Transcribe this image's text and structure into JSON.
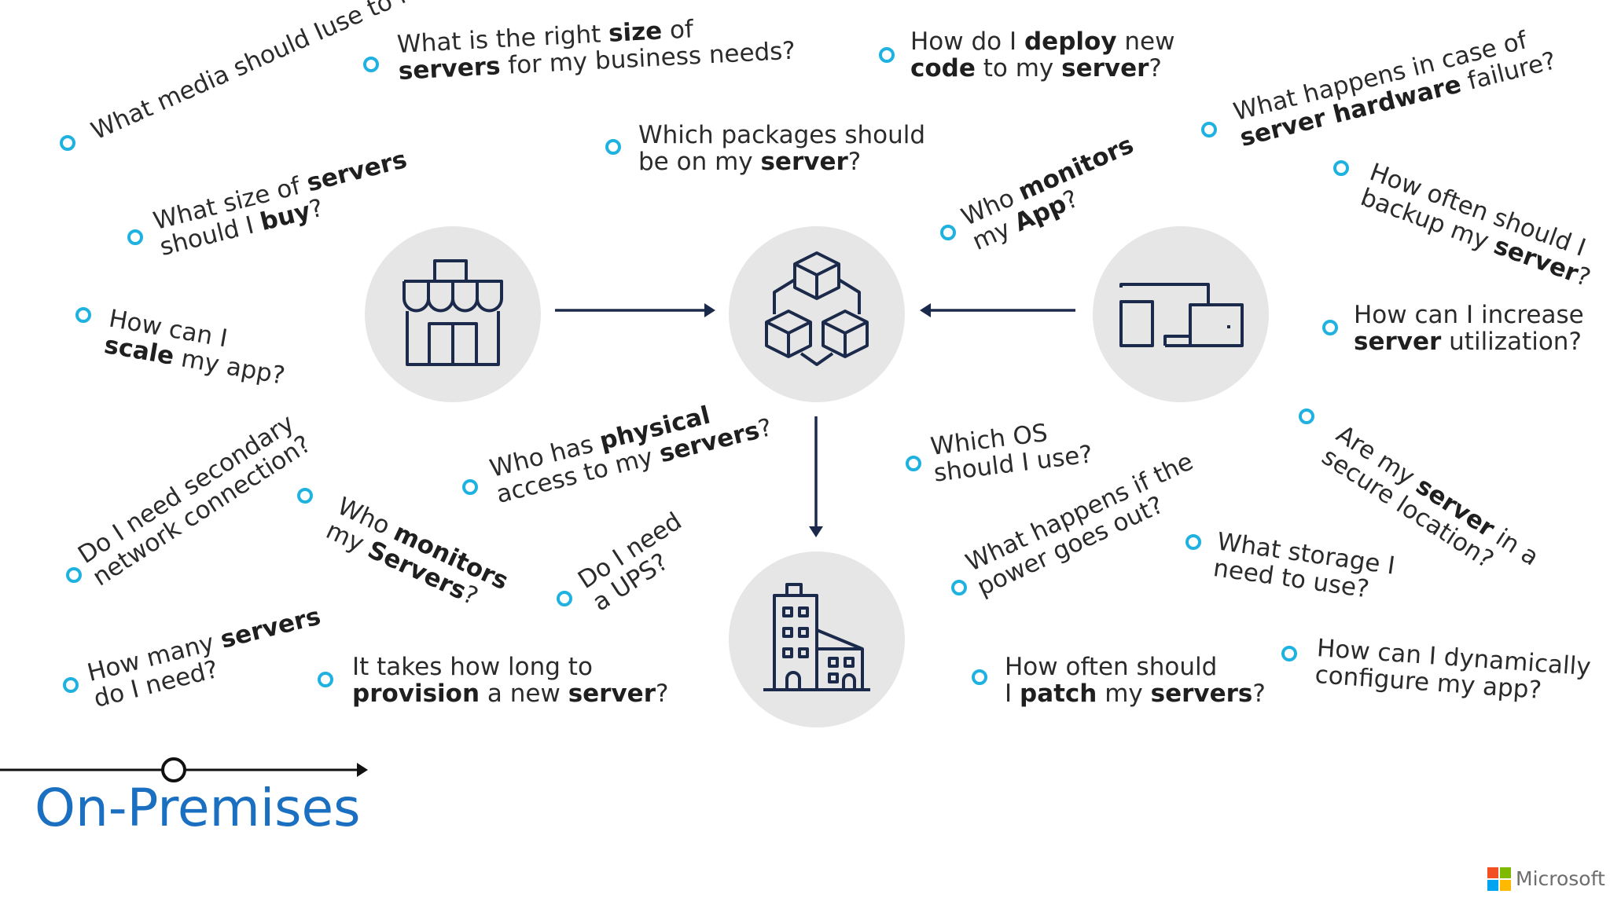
{
  "title": "On-Premises",
  "brand": "Microsoft",
  "colors": {
    "accent": "#1fb2e0",
    "title": "#1a6fc0",
    "icon": "#1b2a4a",
    "hub": "#e6e6e6"
  },
  "questions": [
    {
      "id": "media-backup",
      "lines": [
        [
          "What media should I"
        ],
        [
          "use to keep backup?"
        ]
      ]
    },
    {
      "id": "size-servers-needs",
      "lines": [
        [
          "What is the right "
        ],
        [
          "size",
          true
        ],
        [
          " of"
        ],
        null,
        [
          "servers",
          true
        ],
        [
          " for my business needs?"
        ]
      ]
    },
    {
      "id": "deploy-code",
      "lines": [
        [
          "How do I "
        ],
        [
          "deploy",
          true
        ],
        [
          " new"
        ],
        null,
        [
          "code",
          true
        ],
        [
          " to my "
        ],
        [
          "server",
          true
        ],
        [
          "?"
        ]
      ]
    },
    {
      "id": "hardware-failure",
      "lines": [
        [
          "What happens in case of"
        ],
        null,
        [
          "server hardware",
          true
        ],
        [
          " failure?"
        ]
      ]
    },
    {
      "id": "packages",
      "lines": [
        [
          "Which packages should"
        ],
        null,
        [
          "be on my "
        ],
        [
          "server",
          true
        ],
        [
          "?"
        ]
      ]
    },
    {
      "id": "size-buy",
      "lines": [
        [
          "What size of "
        ],
        [
          "servers",
          true
        ],
        null,
        [
          "should I "
        ],
        [
          "buy",
          true
        ],
        [
          "?"
        ]
      ]
    },
    {
      "id": "monitors-app",
      "lines": [
        [
          "Who "
        ],
        [
          "monitors",
          true
        ],
        null,
        [
          "my "
        ],
        [
          "App",
          true
        ],
        [
          "?"
        ]
      ]
    },
    {
      "id": "backup-often",
      "lines": [
        [
          "How often should I"
        ],
        null,
        [
          "backup my "
        ],
        [
          "server",
          true
        ],
        [
          "?"
        ]
      ]
    },
    {
      "id": "scale-app",
      "lines": [
        [
          "How can I"
        ],
        null,
        [
          "scale",
          true
        ],
        [
          " my app?"
        ]
      ]
    },
    {
      "id": "increase-util",
      "lines": [
        [
          "How can I increase"
        ],
        null,
        [
          "server",
          true
        ],
        [
          " utilization?"
        ]
      ]
    },
    {
      "id": "physical-access",
      "lines": [
        [
          "Who has "
        ],
        [
          "physical",
          true
        ],
        null,
        [
          "access to my "
        ],
        [
          "servers",
          true
        ],
        [
          "?"
        ]
      ]
    },
    {
      "id": "which-os",
      "lines": [
        [
          "Which OS"
        ],
        null,
        [
          "should I use?"
        ]
      ]
    },
    {
      "id": "secondary-network",
      "lines": [
        [
          "Do I need secondary"
        ],
        null,
        [
          "network connection?"
        ]
      ]
    },
    {
      "id": "monitors-servers",
      "lines": [
        [
          "Who "
        ],
        [
          "monitors",
          true
        ],
        null,
        [
          "my "
        ],
        [
          "Servers",
          true
        ],
        [
          "?"
        ]
      ]
    },
    {
      "id": "secure-location",
      "lines": [
        [
          "Are my "
        ],
        [
          "server",
          true
        ],
        [
          " in a"
        ],
        null,
        [
          "secure location?"
        ]
      ]
    },
    {
      "id": "ups",
      "lines": [
        [
          "Do I need"
        ],
        null,
        [
          "a UPS?"
        ]
      ]
    },
    {
      "id": "power-out",
      "lines": [
        [
          "What happens if the"
        ],
        null,
        [
          "power goes out?"
        ]
      ]
    },
    {
      "id": "storage",
      "lines": [
        [
          "What storage I"
        ],
        null,
        [
          "need to use?"
        ]
      ]
    },
    {
      "id": "how-many",
      "lines": [
        [
          "How many "
        ],
        [
          "servers",
          true
        ],
        null,
        [
          "do I need?"
        ]
      ]
    },
    {
      "id": "provision",
      "lines": [
        [
          "It takes how long to"
        ],
        null,
        [
          "provision",
          true
        ],
        [
          " a new "
        ],
        [
          "server",
          true
        ],
        [
          "?"
        ]
      ]
    },
    {
      "id": "patch",
      "lines": [
        [
          "How often should"
        ],
        null,
        [
          "I "
        ],
        [
          "patch",
          true
        ],
        [
          " my "
        ],
        [
          "servers",
          true
        ],
        [
          "?"
        ]
      ]
    },
    {
      "id": "dynamic-config",
      "lines": [
        [
          "How can I dynamically"
        ],
        null,
        [
          "configure my app?"
        ]
      ]
    }
  ],
  "hubs": [
    {
      "id": "store",
      "icon": "storefront-icon"
    },
    {
      "id": "packages",
      "icon": "cubes-icon"
    },
    {
      "id": "devices",
      "icon": "devices-icon"
    },
    {
      "id": "office",
      "icon": "office-building-icon"
    }
  ],
  "timeline": {
    "icon": "timeline-arrow-icon"
  }
}
